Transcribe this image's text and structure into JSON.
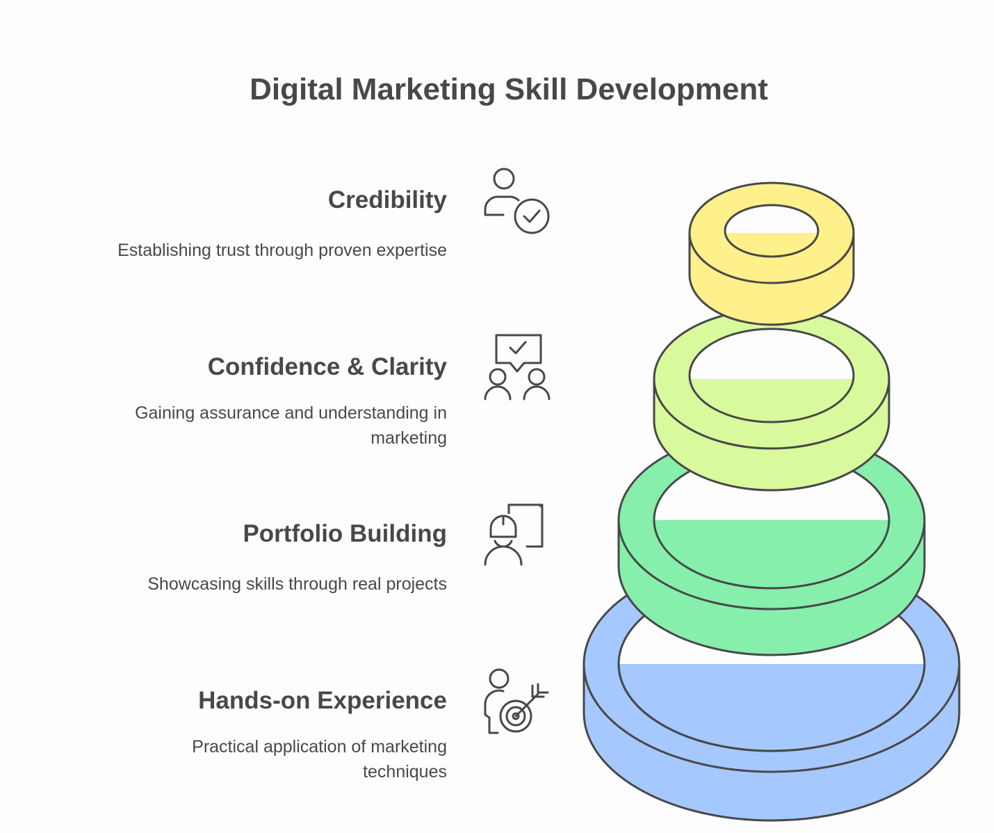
{
  "title": "Digital Marketing Skill Development",
  "items": [
    {
      "title": "Credibility",
      "description": "Establishing trust through proven expertise",
      "icon": "user-check-icon",
      "color": "#fef08a"
    },
    {
      "title": "Confidence & Clarity",
      "description": "Gaining assurance and understanding in marketing",
      "icon": "discussion-check-icon",
      "color": "#d9f99d"
    },
    {
      "title": "Portfolio Building",
      "description": "Showcasing skills through real projects",
      "icon": "engineer-blueprint-icon",
      "color": "#86efac"
    },
    {
      "title": "Hands-on Experience",
      "description": "Practical application of marketing techniques",
      "icon": "target-person-icon",
      "color": "#a5c8ff"
    }
  ]
}
